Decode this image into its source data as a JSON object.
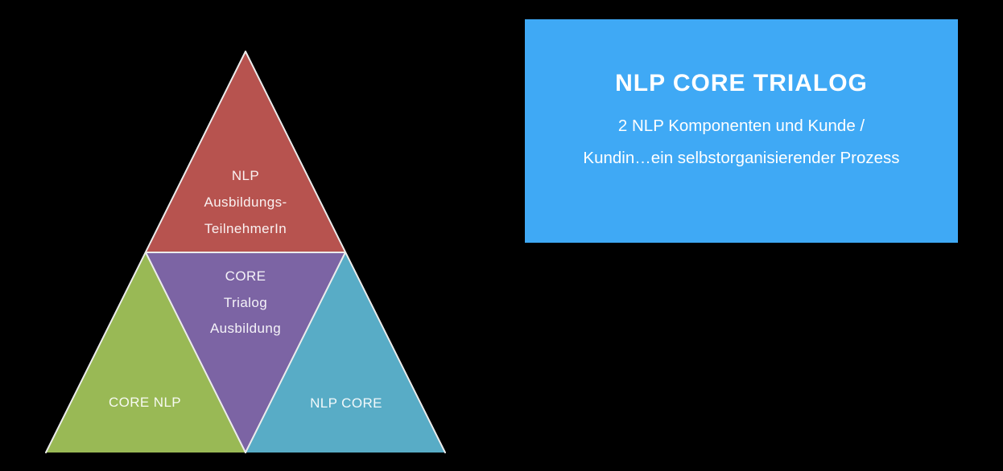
{
  "canvas": {
    "background": "#000000"
  },
  "pyramid": {
    "outline_color": "#ececec",
    "label_color": "#f2eeee",
    "sections": {
      "top": {
        "color": "#b7534f",
        "label_lines": [
          "NLP",
          "Ausbildungs-",
          "TeilnehmerIn"
        ]
      },
      "center": {
        "color": "#7c64a4",
        "label_lines": [
          "CORE",
          "Trialog",
          "Ausbildung"
        ]
      },
      "bottom_left": {
        "color": "#99b955",
        "label": "CORE NLP"
      },
      "bottom_right": {
        "color": "#58acc6",
        "label": "NLP CORE"
      }
    }
  },
  "info_panel": {
    "background": "#3fa9f5",
    "text_color": "#ffffff",
    "title": "NLP CORE TRIALOG",
    "subtitle_lines": [
      "2 NLP Komponenten und Kunde /",
      "Kundin…ein selbstorganisierender Prozess"
    ]
  }
}
